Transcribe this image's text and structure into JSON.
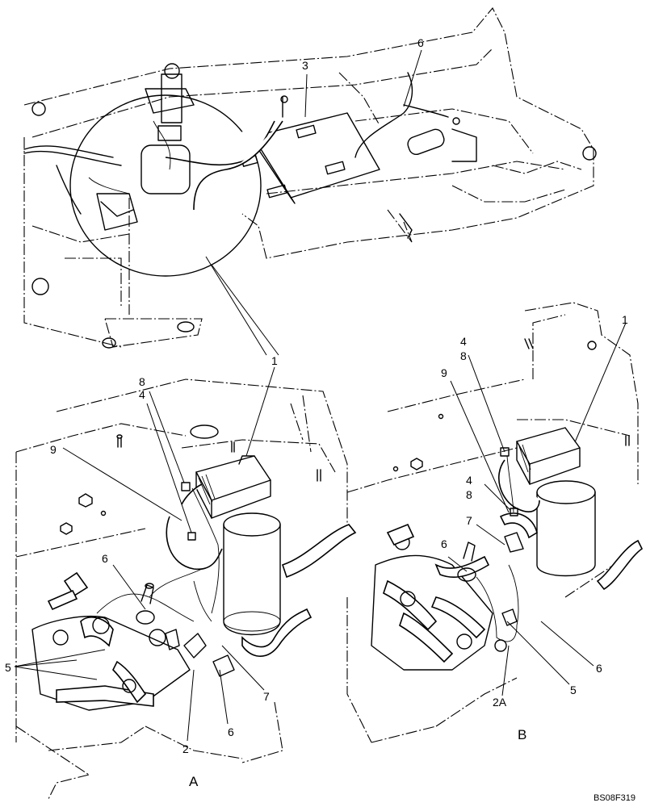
{
  "callouts": {
    "top_3": "3",
    "top_6": "6",
    "main_1": "1",
    "a_8": "8",
    "a_4": "4",
    "a_9": "9",
    "a_6_upper": "6",
    "a_5": "5",
    "a_2": "2",
    "a_6_lower": "6",
    "a_7": "7",
    "b_4_upper": "4",
    "b_8_upper": "8",
    "b_9": "9",
    "b_1": "1",
    "b_4_lower": "4",
    "b_8_lower": "8",
    "b_7": "7",
    "b_6_upper": "6",
    "b_6_right": "6",
    "b_5": "5",
    "b_2a": "2A"
  },
  "views": {
    "a": "A",
    "b": "B"
  },
  "drawing_code": "BS08F319"
}
